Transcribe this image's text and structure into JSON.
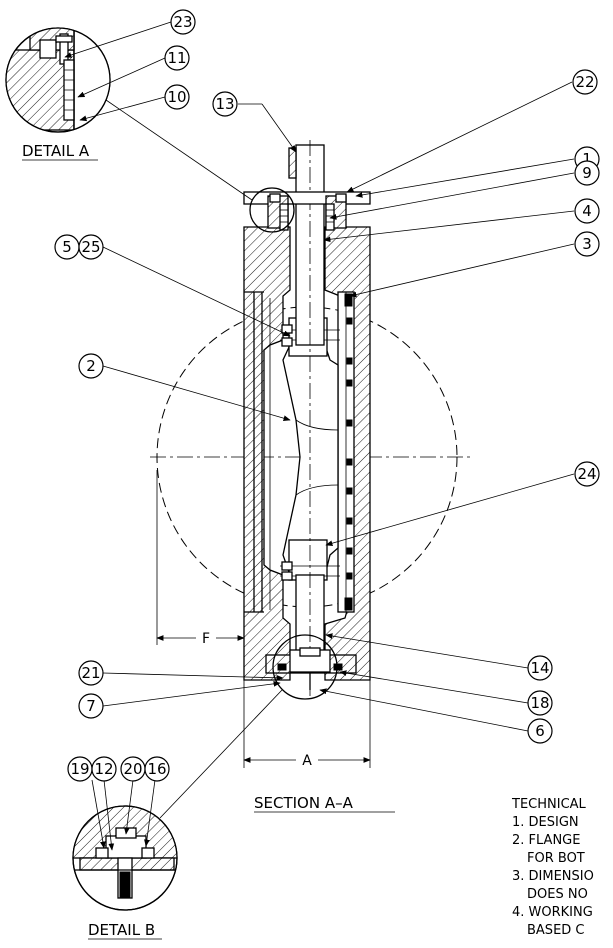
{
  "views": {
    "detail_a": "DETAIL A",
    "detail_b": "DETAIL B",
    "section": "SECTION A–A"
  },
  "dimensions": {
    "f": "F",
    "a": "A"
  },
  "balloons": {
    "b23": "23",
    "b11": "11",
    "b10": "10",
    "b13": "13",
    "b22": "22",
    "b1": "1",
    "b9": "9",
    "b4": "4",
    "b3": "3",
    "b5": "5",
    "b25": "25",
    "b2": "2",
    "b24": "24",
    "b14": "14",
    "b21": "21",
    "b18": "18",
    "b7": "7",
    "b6": "6",
    "b19": "19",
    "b12": "12",
    "b20": "20",
    "b16": "16"
  },
  "notes": {
    "heading": "TECHNICAL",
    "line1": "1. DESIGN",
    "line2": "2. FLANGE",
    "line2b": "FOR BOT",
    "line3": "3. DIMENSIO",
    "line3b": "DOES NO",
    "line4": "4. WORKING",
    "line4b": "BASED C"
  }
}
